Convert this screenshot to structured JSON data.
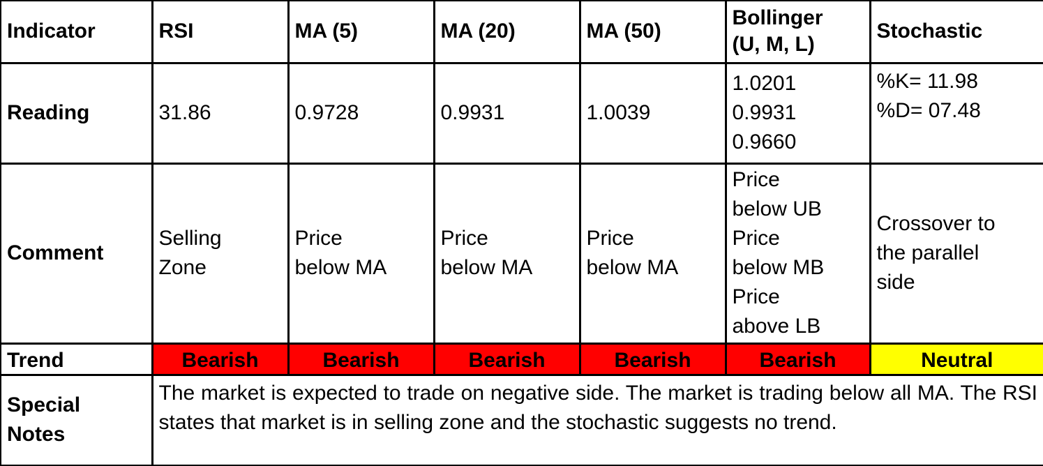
{
  "table": {
    "headers": [
      "Indicator",
      "RSI",
      "MA (5)",
      "MA (20)",
      "MA (50)",
      "Bollinger (U, M, L)",
      "Stochastic"
    ],
    "bollinger_header_lines": [
      "Bollinger",
      "(U, M, L)"
    ],
    "rows": {
      "reading": {
        "label": "Reading",
        "rsi": "31.86",
        "ma5": "0.9728",
        "ma20": "0.9931",
        "ma50": "1.0039",
        "bollinger": [
          "1.0201",
          "0.9931",
          "0.9660"
        ],
        "stochastic": [
          "%K= 11.98",
          "%D= 07.48"
        ]
      },
      "comment": {
        "label": "Comment",
        "rsi": [
          "Selling",
          "Zone"
        ],
        "ma5": [
          "Price",
          "below MA"
        ],
        "ma20": [
          "Price",
          "below MA"
        ],
        "ma50": [
          "Price",
          "below MA"
        ],
        "bollinger": [
          "Price",
          "below UB",
          "Price",
          "below MB",
          "Price",
          "above LB"
        ],
        "stochastic": [
          "Crossover to",
          "the parallel",
          "side"
        ]
      },
      "trend": {
        "label": "Trend",
        "values": [
          "Bearish",
          "Bearish",
          "Bearish",
          "Bearish",
          "Bearish",
          "Neutral"
        ],
        "colors": {
          "Bearish": "#ff0000",
          "Neutral": "#ffff00"
        }
      },
      "notes": {
        "label_lines": [
          "Special",
          "Notes"
        ],
        "text": "The market is expected to trade on negative side. The market is trading below all MA. The RSI states that market is in selling zone and the stochastic suggests no trend."
      }
    }
  }
}
